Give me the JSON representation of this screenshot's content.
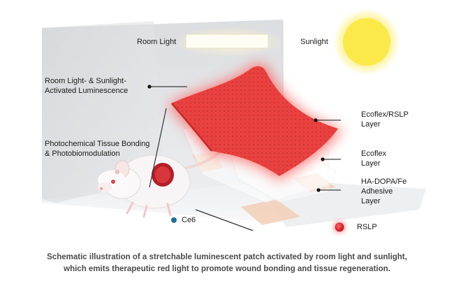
{
  "labels": {
    "room_light": "Room Light",
    "sunlight": "Sunlight",
    "luminescence_line1": "Room Light- & Sunlight-",
    "luminescence_line2": "Activated Luminescence",
    "tissue_line1": "Photochemical Tissue Bonding",
    "tissue_line2": "& Photobiomodulation",
    "layer1_line1": "Ecoflex/RSLP",
    "layer1_line2": "Layer",
    "layer2_line1": "Ecoflex",
    "layer2_line2": "Layer",
    "layer3_line1": "HA-DOPA/Fe",
    "layer3_line2": "Adhesive",
    "layer3_line3": "Layer",
    "ce6": "Ce6",
    "rslp": "RSLP"
  },
  "caption": {
    "line1": "Schematic illustration of a stretchable luminescent patch activated by room light and sunlight,",
    "line2": "which emits therapeutic red light to promote wound bonding and tissue regeneration."
  },
  "colors": {
    "patch_red": "#e8413f",
    "glow_red": "#ff5a55",
    "sun_yellow": "#fbe94a",
    "room_wall": "#e2e3e5",
    "ce6_blue": "#1f6f9e",
    "rslp_red": "#d8141b"
  }
}
